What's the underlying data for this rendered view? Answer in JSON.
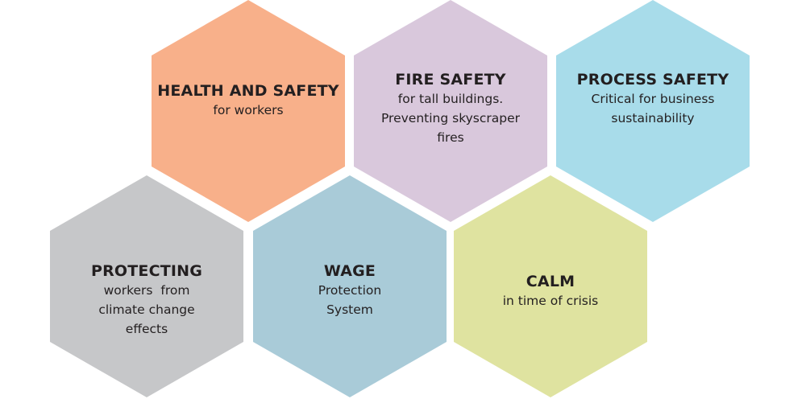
{
  "hexagons": [
    {
      "title": "HEALTH AND SAFETY",
      "lines": [
        "for workers"
      ],
      "color": "#f8b08a"
    },
    {
      "title": "FIRE SAFETY",
      "lines": [
        "for tall buildings.",
        "Preventing skyscraper",
        "fires"
      ],
      "color": "#d9c8dc"
    },
    {
      "title": "PROCESS SAFETY",
      "lines": [
        "Critical for business",
        "sustainability"
      ],
      "color": "#a8dcea"
    },
    {
      "title": "PROTECTING",
      "lines": [
        "workers  from",
        "climate change",
        "effects"
      ],
      "color": "#c6c7c9"
    },
    {
      "title": "WAGE",
      "lines": [
        "Protection",
        "System"
      ],
      "color": "#a9cbd8"
    },
    {
      "title": "CALM",
      "lines": [
        "in time of crisis"
      ],
      "color": "#dfe3a0"
    }
  ]
}
